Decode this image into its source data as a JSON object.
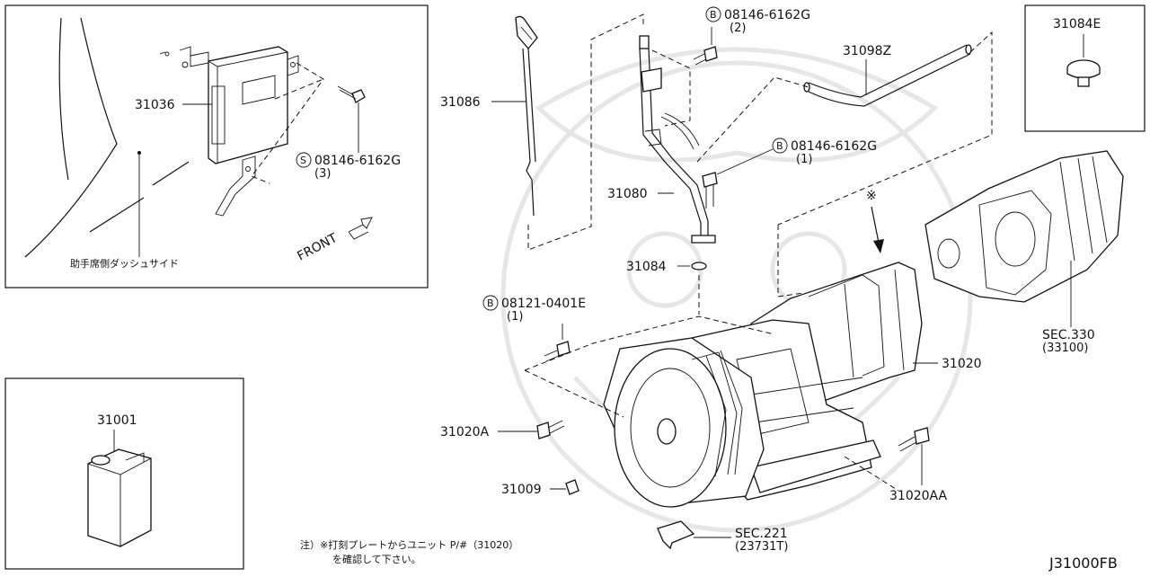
{
  "labels": {
    "p31036": "31036",
    "bolt_s_code": "08146-6162G",
    "bolt_s_qty": "(3)",
    "s_symbol": "S",
    "dash_side": "助手席側ダッシュサイド",
    "front": "FRONT",
    "p31001": "31001",
    "p31086": "31086",
    "bolt_b_top_code": "08146-6162G",
    "bolt_b_top_qty": "(2)",
    "b_symbol": "B",
    "p31098z": "31098Z",
    "bolt_b_mid_code": "08146-6162G",
    "bolt_b_mid_qty": "(1)",
    "p31080": "31080",
    "asterisk": "※",
    "p31084": "31084",
    "bolt_b_low_code": "08121-0401E",
    "bolt_b_low_qty": "(1)",
    "p31020": "31020",
    "p31020a": "31020A",
    "p31009": "31009",
    "p31020aa": "31020AA",
    "sec330": "SEC.330",
    "sec330_sub": "(33100)",
    "sec221": "SEC.221",
    "sec221_sub": "(23731T)",
    "p31084e": "31084E",
    "note_line1": "注）※打刻プレートからユニット P/#（31020）",
    "note_line2": "を確認して下さい。",
    "diagram_code": "J31000FB"
  }
}
